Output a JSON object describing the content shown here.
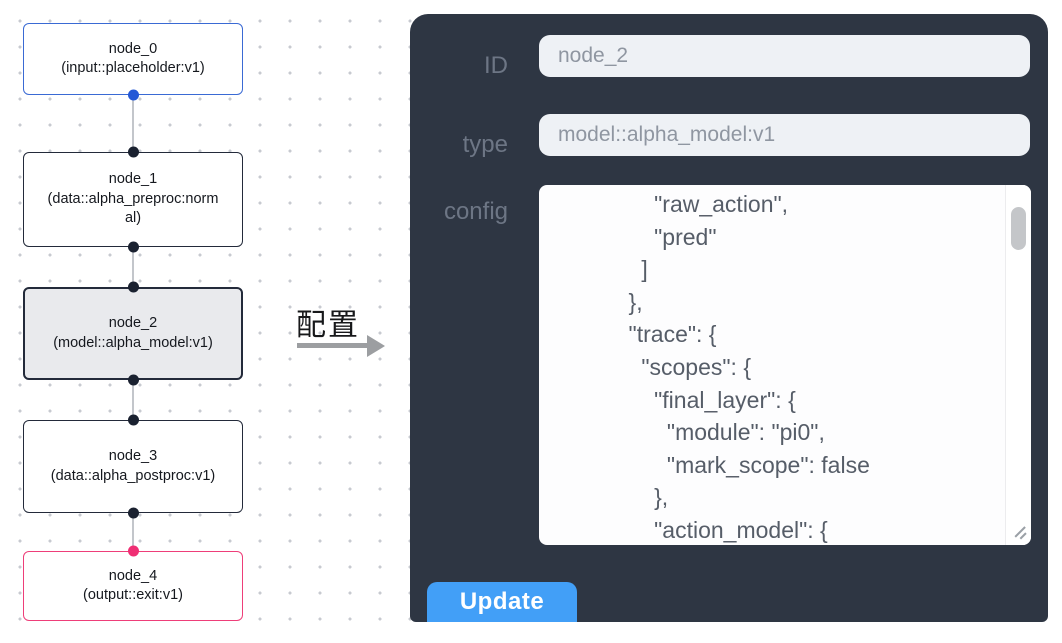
{
  "canvas": {
    "nodes": [
      {
        "label": "node_0",
        "sublabel": "(input::placeholder:v1)",
        "kind": "input"
      },
      {
        "label": "node_1",
        "sublabel": "(data::alpha_preproc:normal)",
        "kind": "data"
      },
      {
        "label": "node_2",
        "sublabel": "(model::alpha_model:v1)",
        "kind": "model",
        "selected": true
      },
      {
        "label": "node_3",
        "sublabel": "(data::alpha_postproc:v1)",
        "kind": "data"
      },
      {
        "label": "node_4",
        "sublabel": "(output::exit:v1)",
        "kind": "output"
      }
    ],
    "arrow_label": "配置"
  },
  "panel": {
    "id_label": "ID",
    "id_value": "node_2",
    "type_label": "type",
    "type_value": "model::alpha_model:v1",
    "config_label": "config",
    "config_text": "        \"raw_action\",\n        \"pred\"\n      ]\n    },\n    \"trace\": {\n      \"scopes\": {\n        \"final_layer\": {\n          \"module\": \"pi0\",\n          \"mark_scope\": false\n        },\n        \"action_model\": {",
    "update_label": "Update"
  },
  "colors": {
    "panel_bg": "#2e3643",
    "accent_blue": "#429ff7",
    "input_node_border": "#3a6ad4",
    "output_node_border": "#ee3e79",
    "selected_node_bg": "#e9eaed",
    "field_bg": "#eef1f5"
  }
}
